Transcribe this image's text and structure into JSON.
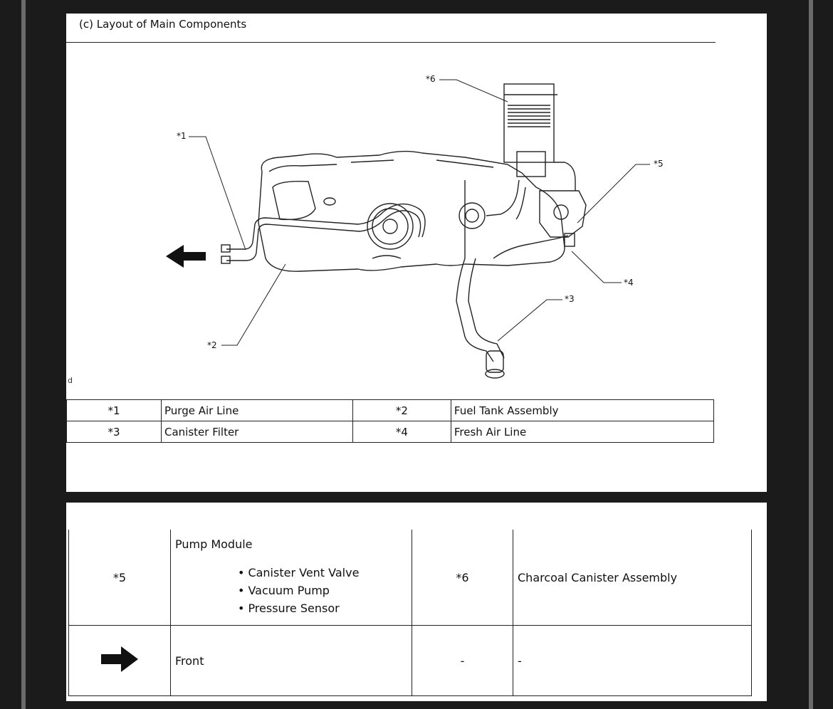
{
  "section_title": "(c) Layout of Main Components",
  "figure_mark": "d",
  "callouts": {
    "c1": "*1",
    "c2": "*2",
    "c3": "*3",
    "c4": "*4",
    "c5": "*5",
    "c6": "*6"
  },
  "legend_top": [
    {
      "key1": "*1",
      "label1": "Purge Air Line",
      "key2": "*2",
      "label2": "Fuel Tank Assembly"
    },
    {
      "key1": "*3",
      "label1": "Canister Filter",
      "key2": "*4",
      "label2": "Fresh Air Line"
    }
  ],
  "legend_bottom": {
    "row1": {
      "key1": "*5",
      "label1": "Pump Module",
      "sub_items": [
        "Canister Vent Valve",
        "Vacuum Pump",
        "Pressure Sensor"
      ],
      "key2": "*6",
      "label2": "Charcoal Canister Assembly"
    },
    "row2": {
      "key1_icon": "right-arrow-icon",
      "label1": "Front",
      "key2": "-",
      "label2": "-"
    }
  }
}
